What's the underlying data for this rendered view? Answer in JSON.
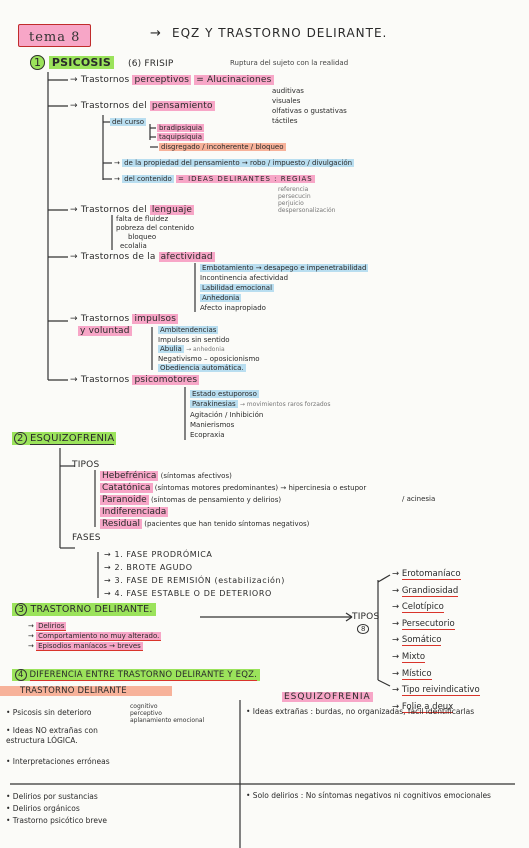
{
  "title": {
    "tema": "tema 8",
    "arrow": "→",
    "main": "EQZ Y TRASTORNO DELIRANTE."
  },
  "s1": {
    "num": "1",
    "heading": "PSICOSIS",
    "sub": "(6) FRISIP",
    "note": "Ruptura del sujeto con la realidad",
    "perceptivos": {
      "label": "Trastornos",
      "hl": "perceptivos",
      "rest": "= Alucinaciones",
      "items": [
        "auditivas",
        "visuales",
        "olfativas o gustativas",
        "táctiles"
      ]
    },
    "pensamiento": {
      "label": "Trastornos del",
      "hl": "pensamiento",
      "curso": "del curso",
      "bradi": "bradipsiquia",
      "taqui": "taquipsiquia",
      "disgreg": "disgregado / incoherente / bloqueo",
      "propiedad": "de la propiedad del pensamiento → robo / impuesto / divulgación",
      "contenido": "del contenido",
      "ideas": "= IDEAS DELIRANTES : REGIAS",
      "ideas_items": [
        "referencia",
        "persecucin",
        "perjuicio",
        "despersonalización"
      ]
    },
    "lenguaje": {
      "label": "Trastornos del",
      "hl": "lenguaje",
      "items": [
        "falta de fluidez",
        "pobreza del contenido",
        "bloqueo",
        "ecolalia"
      ]
    },
    "afectividad": {
      "label": "Trastornos de la",
      "hl": "afectividad",
      "items": [
        "Embotamiento → desapego e impenetrabilidad",
        "Incontinencia afectividad",
        "Labilidad emocional",
        "Anhedonia",
        "Afecto inapropiado"
      ]
    },
    "impulsos": {
      "label": "Trastornos",
      "hl1": "impulsos",
      "hl2": "y voluntad",
      "items": [
        "Ambitendencias",
        "Impulsos sin sentido",
        "Abulia",
        "Negativismo – oposicionismo",
        "Obediencia automática."
      ],
      "abulia_note": "→ anhedonia"
    },
    "psicomotores": {
      "label": "Trastornos",
      "hl": "psicomotores",
      "items": [
        "Estado estuporoso",
        "Parakinesias",
        "Agitación / Inhibición",
        "Manierismos",
        "Ecopraxia"
      ],
      "parak_note": "→ movimientos raros forzados"
    }
  },
  "s2": {
    "num": "2",
    "heading": "ESQUIZOFRENIA",
    "tipos": "TIPOS",
    "types": [
      {
        "name": "Hebefrénica",
        "desc": "(síntomas afectivos)"
      },
      {
        "name": "Catatónica",
        "desc": "(síntomas motores predominantes) → hipercinesia o estupor"
      },
      {
        "name": "Paranoide",
        "desc": "(síntomas de pensamiento y delirios)"
      },
      {
        "name": "Indiferenciada",
        "desc": ""
      },
      {
        "name": "Residual",
        "desc": "(pacientes que han tenido síntomas negativos)"
      }
    ],
    "acinesia": "/ acinesia",
    "fases_label": "FASES",
    "fases": [
      "1. FASE PRODRÓMICA",
      "2. BROTE AGUDO",
      "3. FASE DE REMISIÓN (estabilización)",
      "4. FASE ESTABLE O DE DETERIORO"
    ]
  },
  "s3": {
    "num": "3",
    "heading": "TRASTORNO DELIRANTE.",
    "items": [
      "Delirios",
      "Comportamiento no muy alterado.",
      "Episodios maníacos → breves"
    ],
    "tipos_label": "TIPOS",
    "tipos_num": "8",
    "tipos": [
      "Erotomaníaco",
      "Grandiosidad",
      "Celotípico",
      "Persecutorio",
      "Somático",
      "Mixto",
      "Místico",
      "Tipo reivindicativo",
      "Folie a deux"
    ]
  },
  "s4": {
    "num": "4",
    "heading": "DIFERENCIA ENTRE TRASTORNO DELIRANTE Y EQZ.",
    "col1": "TRASTORNO DELIRANTE",
    "col2": "ESQUIZOFRENIA",
    "psicosis": "• Psicosis sin deterioro",
    "psicosis_items": [
      "cognitivo",
      "perceptivo",
      "aplanamiento emocional"
    ],
    "ideas_no": "• Ideas NO extrañas con estructura LÓGICA.",
    "interp": "• Interpretaciones erróneas",
    "ideas_extr": "• Ideas extrañas : burdas, no organizadas, fácil identificarlas",
    "delirios_sust": "• Delirios por sustancias",
    "delirios_org": "• Delirios orgánicos",
    "breve": "• Trastorno psicótico breve",
    "solo": "• Solo delirios : No síntomas negativos ni cognitivos emocionales"
  }
}
